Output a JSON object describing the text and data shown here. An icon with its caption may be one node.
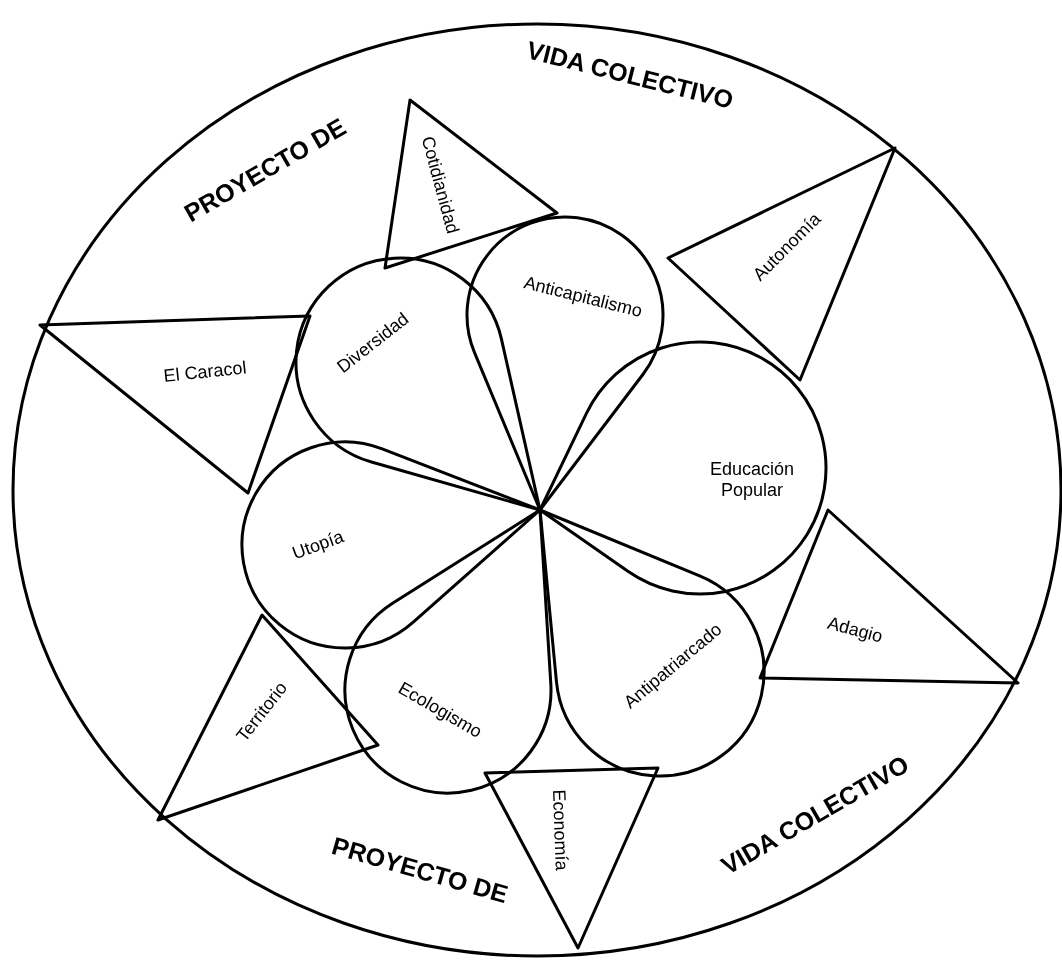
{
  "diagram": {
    "nodes": [
      {
        "text": [
          "PROYECTO DE",
          "VIDA COLECTIVO",
          "VIDA COLECTIVO",
          "PROYECTO DE"
        ]
      },
      {
        "text": [
          "Cotidianidad"
        ],
        "in": 0
      },
      {
        "text": [
          "Autonomía"
        ],
        "in": 0
      },
      {
        "text": [
          "El Caracol"
        ],
        "in": 0
      },
      {
        "text": [
          "Adagio"
        ],
        "in": 0
      },
      {
        "text": [
          "Territorio"
        ],
        "in": 0
      },
      {
        "text": [
          "Economía"
        ],
        "in": 0
      },
      {
        "text": [
          "Diversidad"
        ],
        "in": 0
      },
      {
        "text": [
          "Anticapitalismo"
        ],
        "in": 0
      },
      {
        "text": [
          "Educación Popular"
        ],
        "in": 0
      },
      {
        "text": [
          "Utopía"
        ],
        "in": 0
      },
      {
        "text": [
          "Antipatriarcado"
        ],
        "in": 0
      },
      {
        "text": [
          "Ecologismo"
        ],
        "in": 0
      }
    ]
  }
}
